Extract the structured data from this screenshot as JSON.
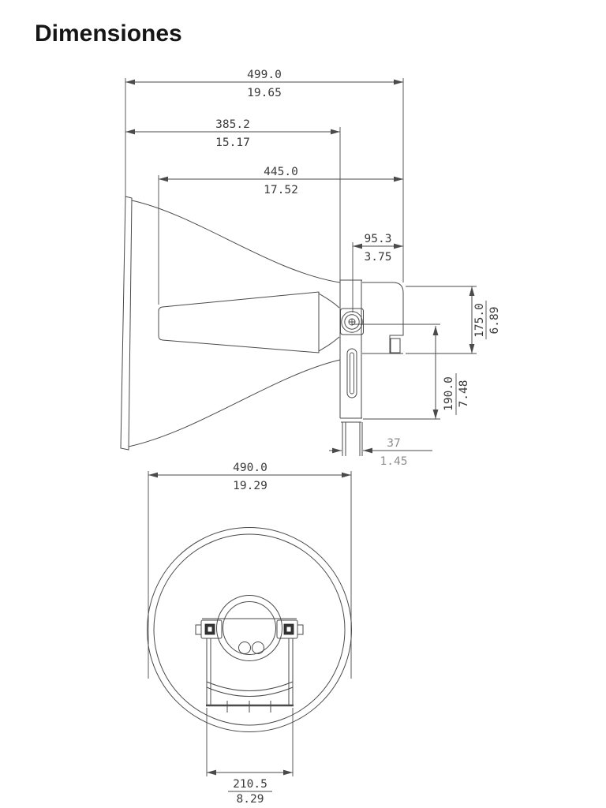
{
  "title": "Dimensiones",
  "colors": {
    "line": "#4a4a4a",
    "text": "#3a3a3a",
    "muted_text": "#8e8e8e",
    "background": "#ffffff"
  },
  "side_view": {
    "dims": {
      "total_depth": {
        "mm": "499.0",
        "inch": "19.65"
      },
      "horn_depth": {
        "mm": "385.2",
        "inch": "15.17"
      },
      "body_depth": {
        "mm": "445.0",
        "inch": "17.52"
      },
      "bracket_depth": {
        "mm": "95.3",
        "inch": "3.75"
      },
      "body_height": {
        "mm": "175.0",
        "inch": "6.89"
      },
      "bracket_height": {
        "mm": "190.0",
        "inch": "7.48"
      },
      "stem_width": {
        "mm": "37",
        "inch": "1.45"
      }
    }
  },
  "front_view": {
    "dims": {
      "diameter": {
        "mm": "490.0",
        "inch": "19.29"
      },
      "bracket_width": {
        "mm": "210.5",
        "inch": "8.29"
      }
    }
  }
}
